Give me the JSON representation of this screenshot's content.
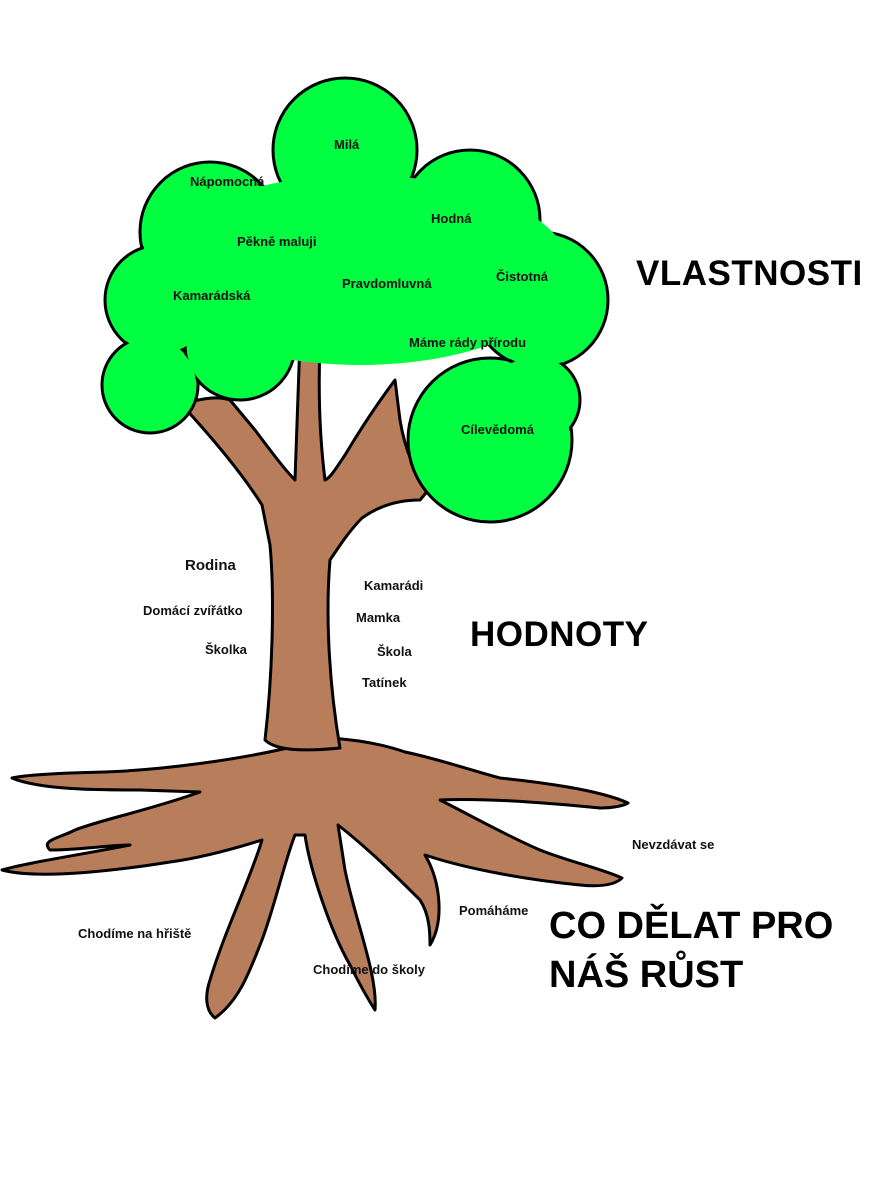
{
  "colors": {
    "crown": "#00ff40",
    "wood": "#b87d5a",
    "outline": "#000000",
    "text": "#111111"
  },
  "headings": {
    "vlastnosti": "VLASTNOSTI",
    "hodnoty": "HODNOTY",
    "co_delat_line1": "CO DĚLAT PRO",
    "co_delat_line2": "NÁŠ RŮST"
  },
  "vlastnosti": [
    "Milá",
    "Nápomocná",
    "Hodná",
    "Pěkně maluji",
    "Čistotná",
    "Kamarádská",
    "Pravdomluvná",
    "Máme rády přírodu",
    "Cílevědomá"
  ],
  "hodnoty": [
    "Rodina",
    "Domácí zvířátko",
    "Školka",
    "Kamarádi",
    "Mamka",
    "Škola",
    "Tatínek"
  ],
  "co_delat": [
    "Nevzdávat se",
    "Pomáháme",
    "Chodíme na hřiště",
    "Chodíme do školy"
  ]
}
